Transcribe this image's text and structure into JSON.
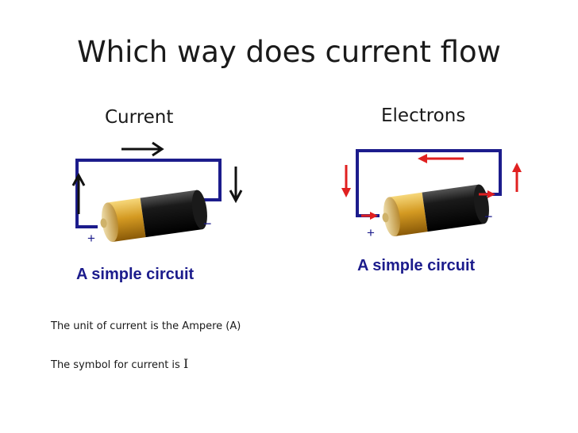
{
  "title": "Which way does current flow",
  "left_panel": {
    "heading": "Current",
    "plus_sign": "+",
    "minus_sign": "−",
    "caption": "A simple circuit"
  },
  "right_panel": {
    "heading": "Electrons",
    "plus_sign": "+",
    "minus_sign": "−",
    "caption": "A simple circuit"
  },
  "notes": {
    "unit_text": "The unit of current is the Ampere (A)",
    "symbol_text": "The symbol for current is ",
    "symbol": "I"
  },
  "colors": {
    "wire": "#1c1c8c",
    "battery_gold": "#d49a22",
    "battery_black": "#111111",
    "current_arrow": "#111111",
    "electron_arrow": "#e02020"
  }
}
